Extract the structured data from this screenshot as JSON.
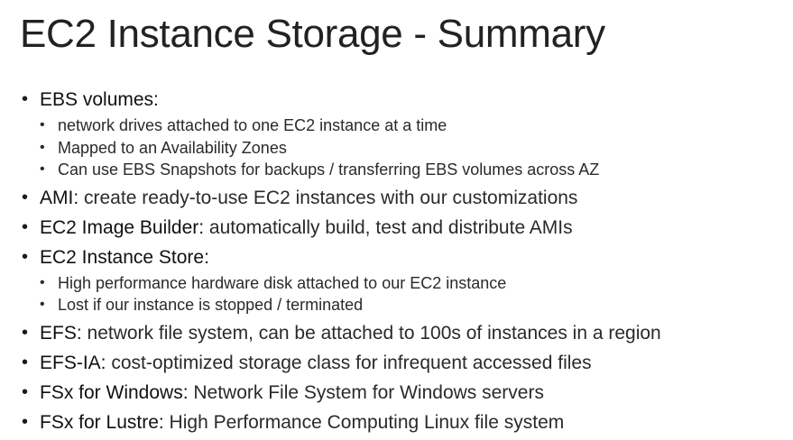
{
  "slide": {
    "title": "EC2 Instance Storage - Summary",
    "bullet_glyph": "•",
    "items": [
      {
        "term": "EBS volumes:",
        "desc": "",
        "subitems": [
          "network drives attached to one EC2 instance at a time",
          "Mapped to an Availability Zones",
          "Can use EBS Snapshots for backups / transferring EBS volumes across AZ"
        ]
      },
      {
        "term": "AMI:",
        "desc": " create ready-to-use EC2 instances with our customizations",
        "subitems": []
      },
      {
        "term": "EC2 Image Builder:",
        "desc": " automatically build, test and distribute AMIs",
        "subitems": []
      },
      {
        "term": "EC2 Instance Store:",
        "desc": "",
        "subitems": [
          "High performance hardware disk attached to our EC2 instance",
          "Lost if our instance is stopped / terminated"
        ]
      },
      {
        "term": "EFS:",
        "desc": " network file system, can be attached to 100s of instances in a region",
        "subitems": []
      },
      {
        "term": "EFS-IA:",
        "desc": " cost-optimized storage class for infrequent accessed files",
        "subitems": []
      },
      {
        "term": "FSx for Windows:",
        "desc": " Network File System for Windows servers",
        "subitems": []
      },
      {
        "term": "FSx for Lustre:",
        "desc": " High Performance Computing Linux file system",
        "subitems": []
      }
    ]
  }
}
